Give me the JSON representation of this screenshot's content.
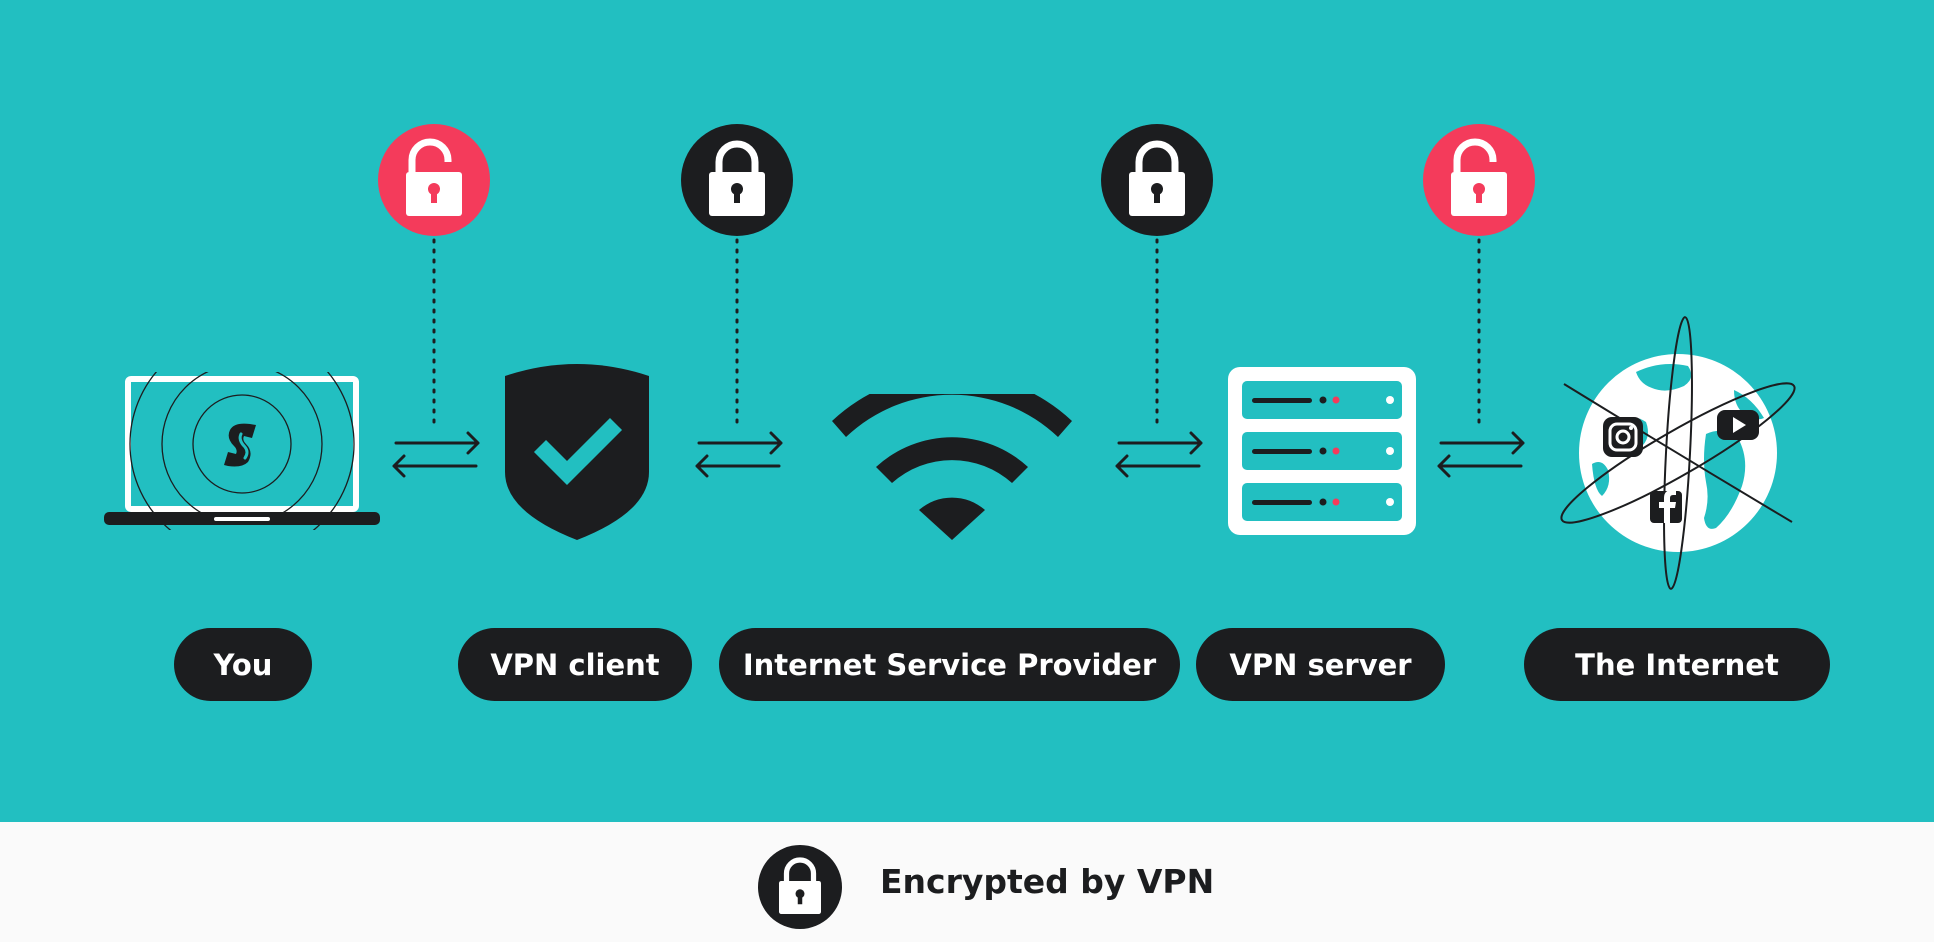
{
  "colors": {
    "background": "#22bfc1",
    "footer_bg": "#fafafa",
    "dark": "#1c1d1f",
    "unencrypted": "#f43b5b",
    "white": "#ffffff"
  },
  "nodes": [
    {
      "label": "You",
      "icon": "laptop-icon"
    },
    {
      "label": "VPN client",
      "icon": "shield-check-icon"
    },
    {
      "label": "Internet Service Provider",
      "icon": "wifi-icon"
    },
    {
      "label": "VPN server",
      "icon": "server-icon"
    },
    {
      "label": "The Internet",
      "icon": "globe-icon"
    }
  ],
  "links": [
    {
      "from": "You",
      "to": "VPN client",
      "lock": "open",
      "encrypted": false
    },
    {
      "from": "VPN client",
      "to": "Internet Service Provider",
      "lock": "closed",
      "encrypted": true
    },
    {
      "from": "Internet Service Provider",
      "to": "VPN server",
      "lock": "closed",
      "encrypted": true
    },
    {
      "from": "VPN server",
      "to": "The Internet",
      "lock": "open",
      "encrypted": false
    }
  ],
  "legend": {
    "text": "Encrypted by VPN",
    "icon": "lock-closed-icon"
  }
}
